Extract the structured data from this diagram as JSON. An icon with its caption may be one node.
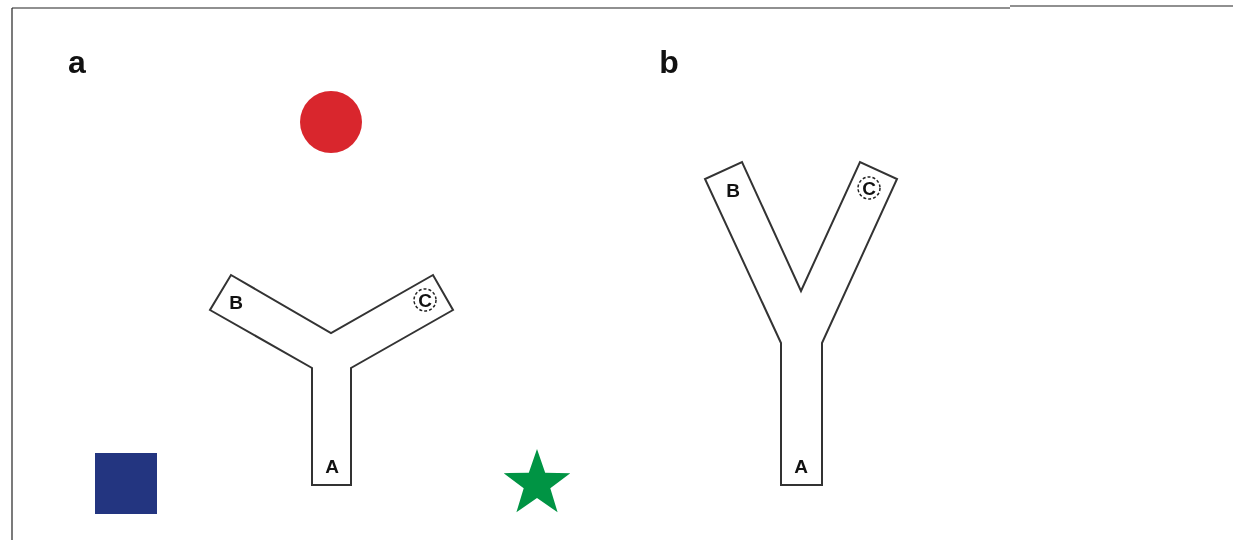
{
  "diagram": {
    "labels": [
      "a",
      "B",
      "C",
      "A",
      "b",
      "B",
      "C",
      "A"
    ]
  }
}
